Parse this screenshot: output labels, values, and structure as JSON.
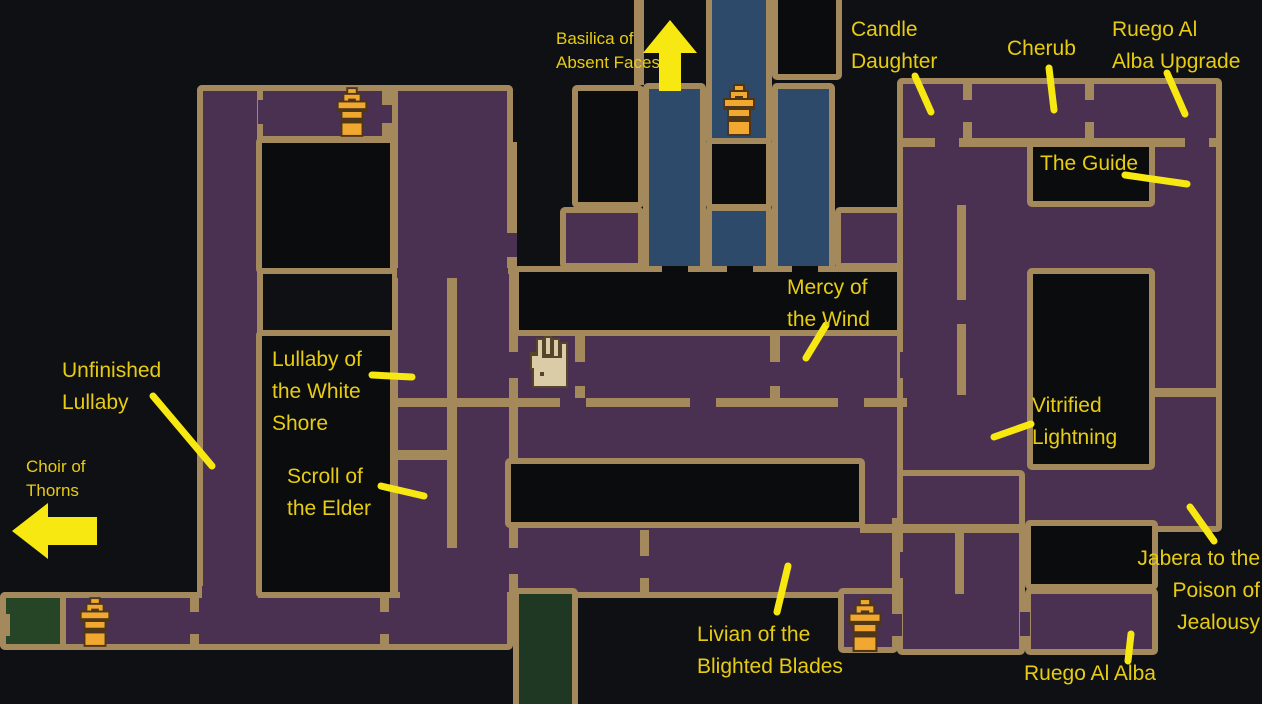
{
  "title": "Annotated game map (metroidvania map screen with location callouts)",
  "colors": {
    "background": "#0f1013",
    "wall": "#a3895c",
    "room_purple": "#4a3152",
    "room_blue": "#2e4a6b",
    "room_green_left": "#264526",
    "room_green_center": "#1f3823",
    "room_black": "#0b0c0e",
    "label_text": "#e7cc13",
    "annotation": "#f8e812"
  },
  "labels": {
    "basilica": {
      "text": "Basilica of\nAbsent Faces"
    },
    "candle": {
      "text": "Candle\nDaughter"
    },
    "cherub": {
      "text": "Cherub"
    },
    "ruego_upgrade": {
      "text": "Ruego Al\nAlba Upgrade"
    },
    "guide": {
      "text": "The Guide"
    },
    "mercy": {
      "text": "Mercy of\nthe Wind"
    },
    "unfinished": {
      "text": "Unfinished\nLullaby"
    },
    "lullaby_shore": {
      "text": "Lullaby of\nthe White\nShore"
    },
    "scroll_elder": {
      "text": "Scroll of\nthe Elder"
    },
    "choir": {
      "text": "Choir of\nThorns"
    },
    "vitrified": {
      "text": "Vitrified\nLightning"
    },
    "jabera": {
      "text": "Jabera to the\nPoison of\nJealousy"
    },
    "livian": {
      "text": "Livian of the\nBlighted Blades"
    },
    "ruego_alba": {
      "text": "Ruego Al Alba"
    }
  },
  "icons": {
    "shrine": "prie-dieu-shrine-icon",
    "shrine_count": 4,
    "hand": "hand-icon",
    "arrow_up": "up-block-arrow",
    "arrow_left": "left-block-arrow"
  }
}
